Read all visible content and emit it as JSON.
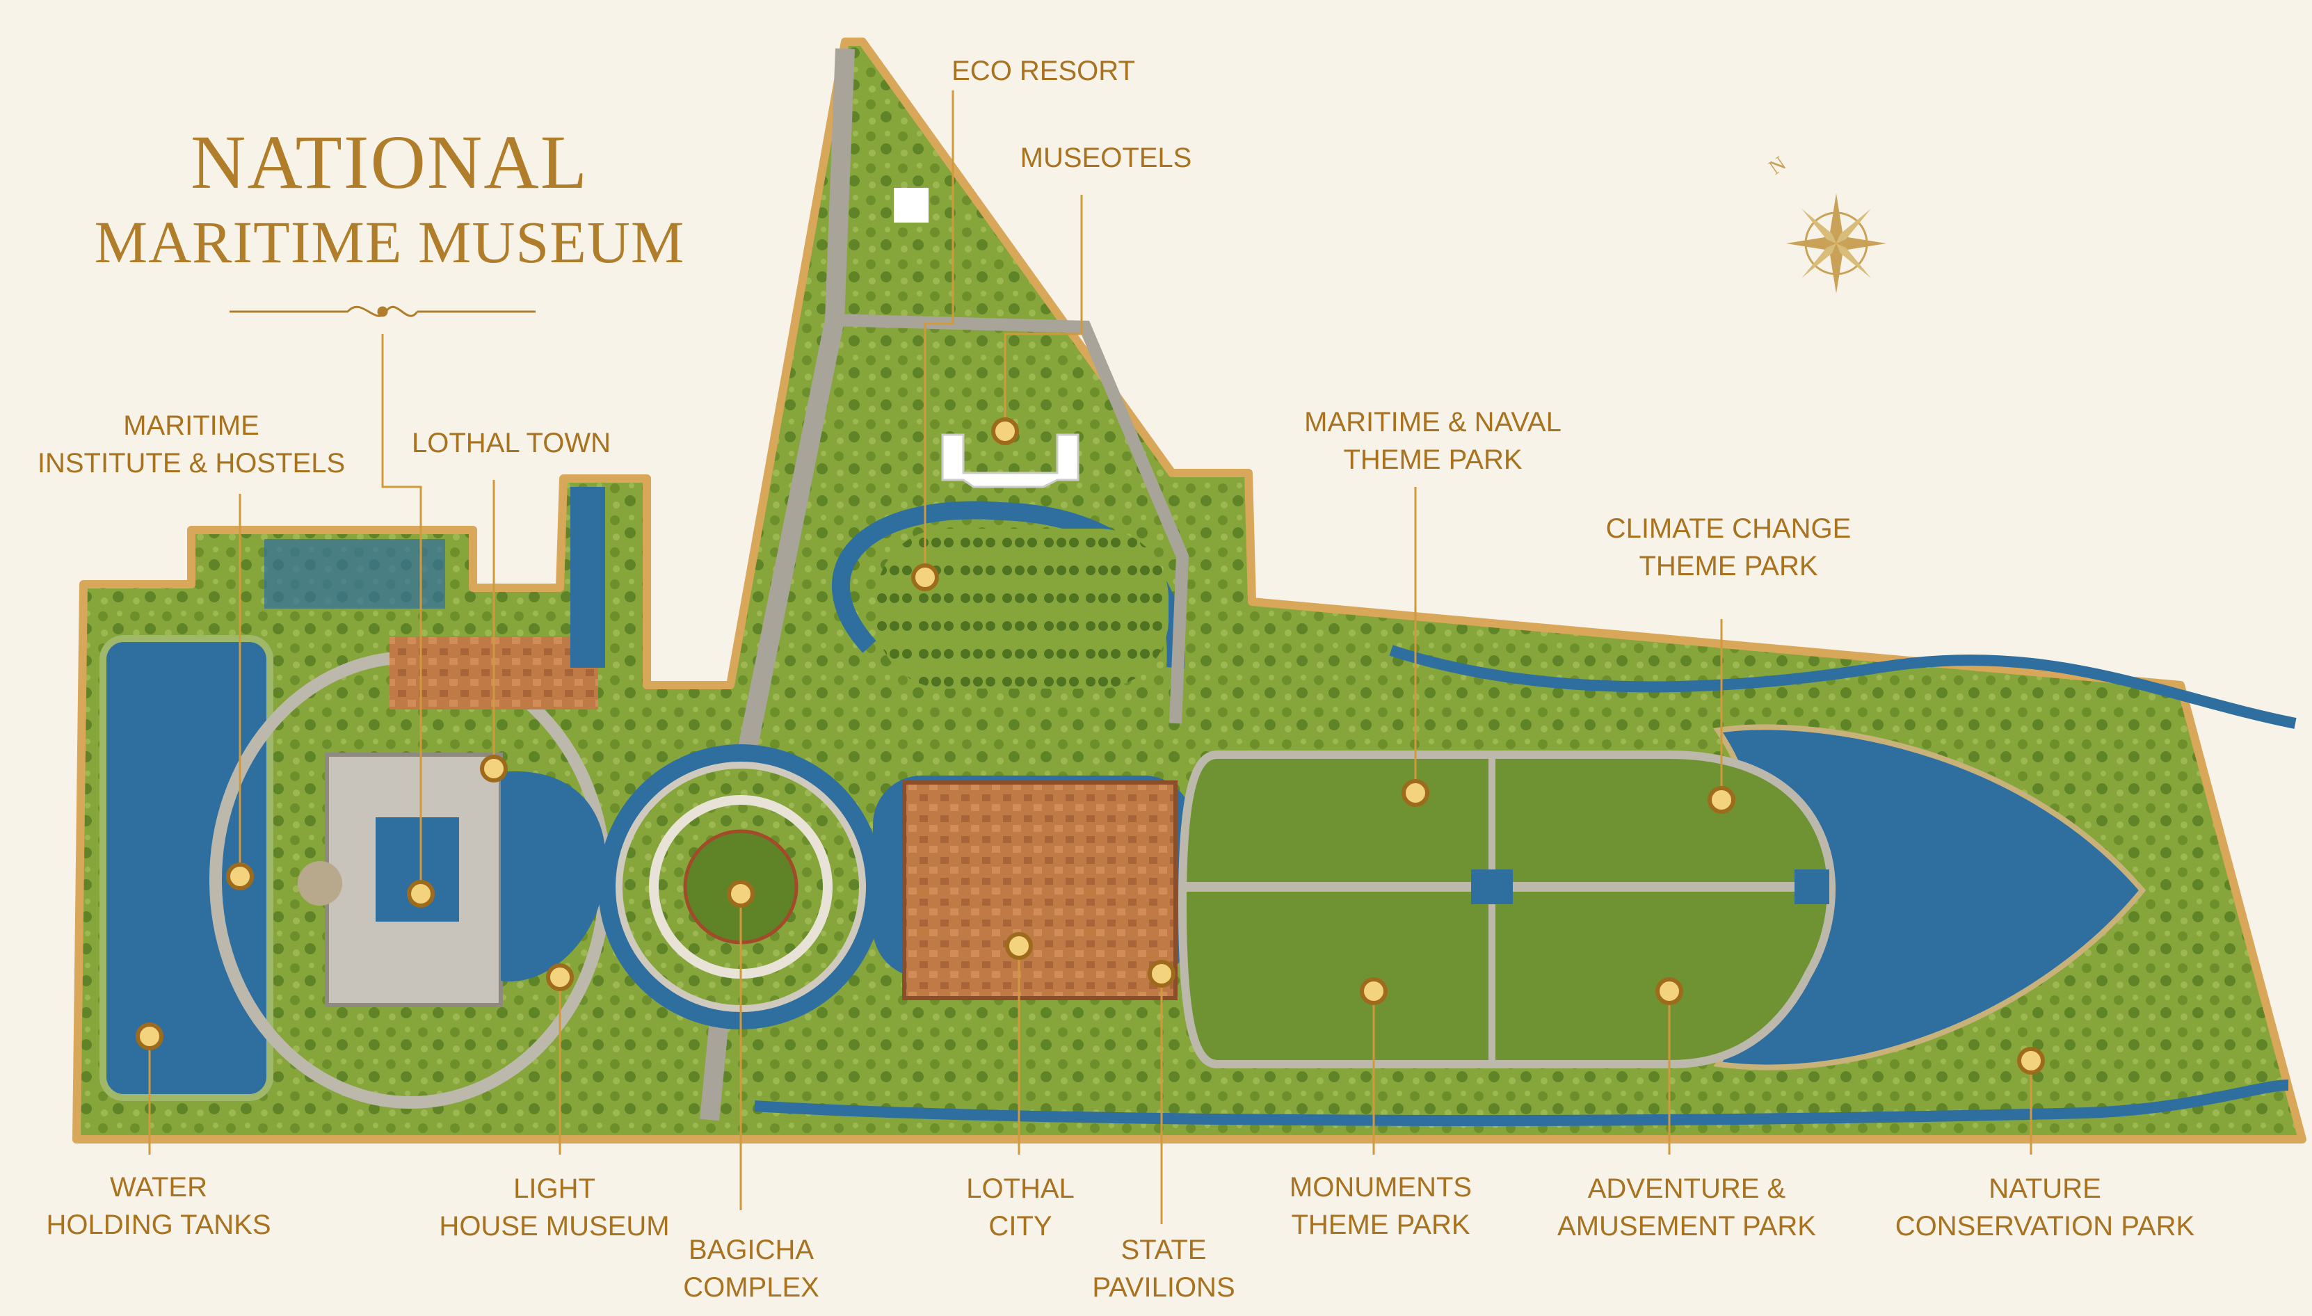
{
  "title": {
    "line1": "NATIONAL",
    "line2": "MARITIME MUSEUM"
  },
  "compass": {
    "north_label": "N",
    "icon": "compass-rose-icon"
  },
  "colors": {
    "background": "#f7f3e8",
    "gold": "#b07d2a",
    "grass": "#8aa83e",
    "water": "#2e6ea0",
    "border": "#d9a75a"
  },
  "locations": {
    "eco_resort": [
      "ECO RESORT"
    ],
    "museotels": [
      "MUSEOTELS"
    ],
    "maritime_institute": [
      "MARITIME",
      "INSTITUTE & HOSTELS"
    ],
    "lothal_town": [
      "LOTHAL TOWN"
    ],
    "maritime_naval": [
      "MARITIME & NAVAL",
      "THEME PARK"
    ],
    "climate_change": [
      "CLIMATE CHANGE",
      "THEME PARK"
    ],
    "water_tanks": [
      "WATER",
      "HOLDING TANKS"
    ],
    "light_house": [
      "LIGHT",
      "HOUSE MUSEUM"
    ],
    "bagicha": [
      "BAGICHA",
      "COMPLEX"
    ],
    "lothal_city": [
      "LOTHAL",
      "CITY"
    ],
    "state_pavilions": [
      "STATE",
      "PAVILIONS"
    ],
    "monuments": [
      "MONUMENTS",
      "THEME PARK"
    ],
    "adventure": [
      "ADVENTURE &",
      "AMUSEMENT PARK"
    ],
    "nature": [
      "NATURE",
      "CONSERVATION PARK"
    ]
  }
}
